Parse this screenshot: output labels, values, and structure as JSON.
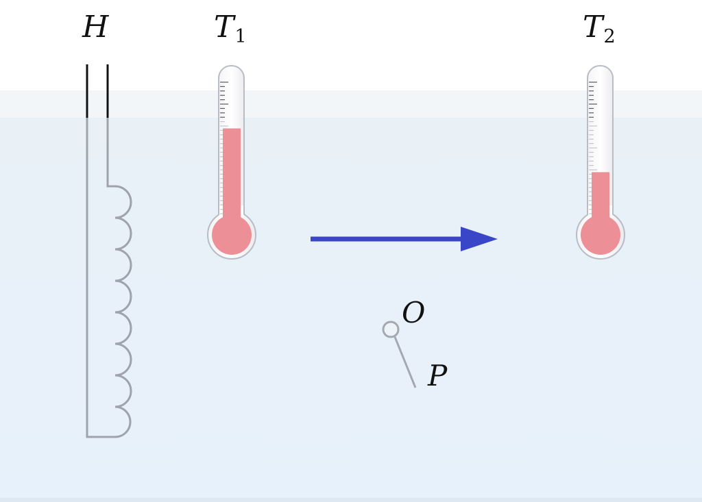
{
  "labels": {
    "heater": "H",
    "thermometer_1": {
      "symbol": "T",
      "subscript": "1"
    },
    "thermometer_2": {
      "symbol": "T",
      "subscript": "2"
    },
    "pivot": "O",
    "stirrer_end": "P"
  },
  "thermometers": [
    {
      "name": "thermometer-1",
      "level": 0.66
    },
    {
      "name": "thermometer-2",
      "level": 0.38
    }
  ],
  "colors": {
    "water_top": "#e8f1f8",
    "water_bottom": "#e6f0fa",
    "mercury": "#ec8f97",
    "glass_outline": "#b8bcc4",
    "arrow": "#3a46c8",
    "heater_wire": "#9ea3ad",
    "heater_lead": "#111111"
  }
}
